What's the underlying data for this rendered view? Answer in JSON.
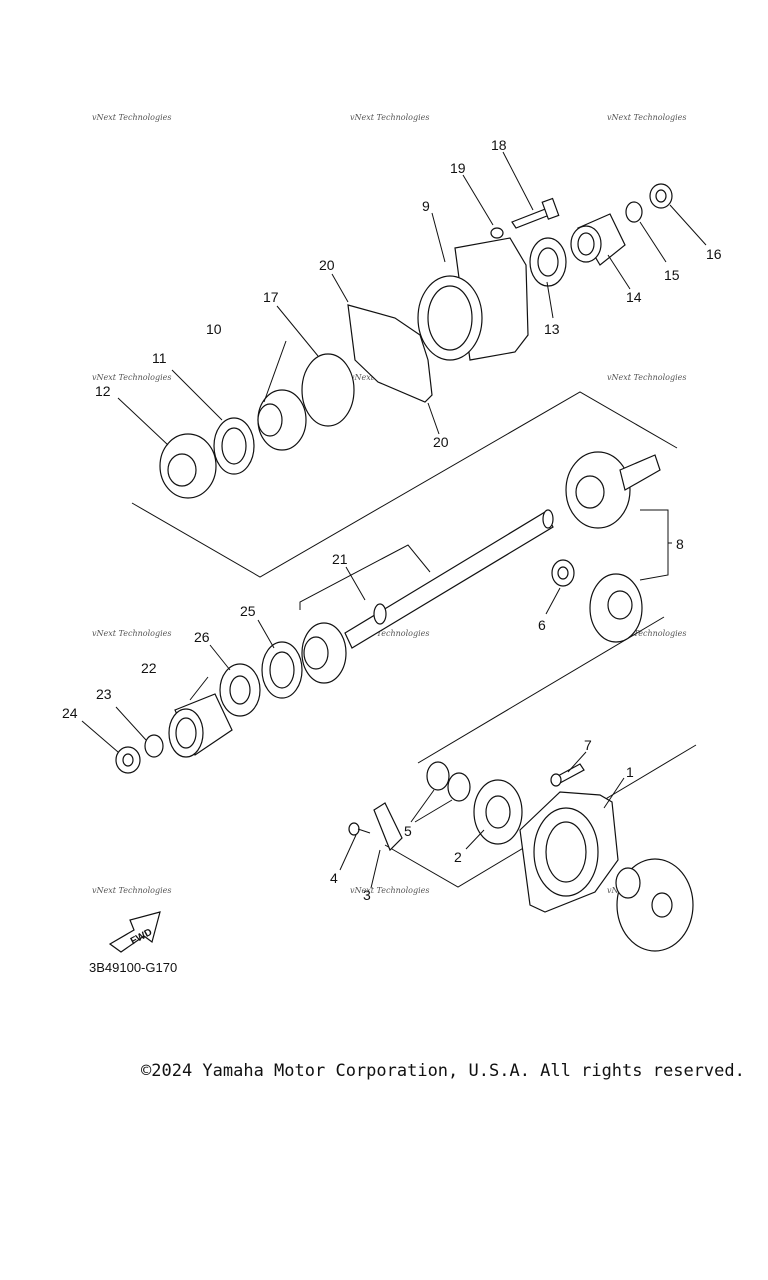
{
  "diagram_code": "3B49100-G170",
  "copyright": "©2024 Yamaha Motor Corporation, U.S.A. All rights reserved.",
  "watermark": "vNext Technologies",
  "fwd_label": "FWD",
  "parts": [
    {
      "no": "1"
    },
    {
      "no": "2"
    },
    {
      "no": "3"
    },
    {
      "no": "4"
    },
    {
      "no": "5"
    },
    {
      "no": "6"
    },
    {
      "no": "7"
    },
    {
      "no": "8"
    },
    {
      "no": "9"
    },
    {
      "no": "10"
    },
    {
      "no": "11"
    },
    {
      "no": "12"
    },
    {
      "no": "13"
    },
    {
      "no": "14"
    },
    {
      "no": "15"
    },
    {
      "no": "16"
    },
    {
      "no": "17"
    },
    {
      "no": "18"
    },
    {
      "no": "19"
    },
    {
      "no": "20"
    },
    {
      "no": "20"
    },
    {
      "no": "21"
    },
    {
      "no": "22"
    },
    {
      "no": "23"
    },
    {
      "no": "24"
    },
    {
      "no": "25"
    },
    {
      "no": "26"
    }
  ]
}
